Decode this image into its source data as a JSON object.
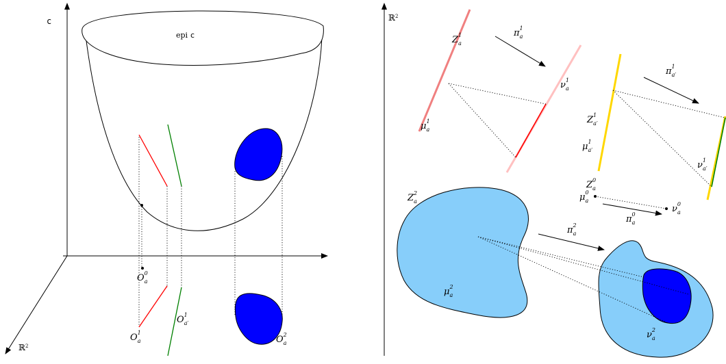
{
  "left_panel": {
    "axis_vertical_label": "c",
    "axis_r2_label": "ℝ",
    "axis_r2_exp": "2",
    "epi_prefix": "epi",
    "epi_c": "c",
    "O0": {
      "main": "O",
      "sub": "a",
      "sup": "0"
    },
    "O1": {
      "main": "O",
      "sub": "a",
      "sup": "1"
    },
    "O1p": {
      "main": "O",
      "sub": "a′",
      "sup": "1"
    },
    "O2": {
      "main": "O",
      "sub": "a",
      "sup": "2"
    }
  },
  "right_panel": {
    "axis_label": "ℝ",
    "axis_exp": "2",
    "Z1": {
      "main": "Z",
      "sub": "a",
      "sup": "1"
    },
    "pi1": {
      "main": "π",
      "sub": "a",
      "sup": "1"
    },
    "nu1": {
      "main": "ν",
      "sub": "a",
      "sup": "1"
    },
    "mu1": {
      "main": "μ",
      "sub": "a",
      "sup": "1"
    },
    "pi1p": {
      "main": "π",
      "sub": "a′",
      "sup": "1"
    },
    "Z1p": {
      "main": "Z",
      "sub": "a′",
      "sup": "1"
    },
    "mu1p": {
      "main": "μ",
      "sub": "a′",
      "sup": "1"
    },
    "nu1p": {
      "main": "ν",
      "sub": "a′",
      "sup": "1"
    },
    "Z0": {
      "main": "Z",
      "sub": "a",
      "sup": "0"
    },
    "mu0": {
      "main": "μ",
      "sub": "a",
      "sup": "0"
    },
    "nu0": {
      "main": "ν",
      "sub": "a",
      "sup": "0"
    },
    "pi0": {
      "main": "π",
      "sub": "a",
      "sup": "0"
    },
    "Z2": {
      "main": "Z",
      "sub": "a",
      "sup": "2"
    },
    "pi2": {
      "main": "π",
      "sub": "a",
      "sup": "2"
    },
    "mu2": {
      "main": "μ",
      "sub": "a",
      "sup": "2"
    },
    "nu2": {
      "main": "ν",
      "sub": "a",
      "sup": "2"
    }
  },
  "colors": {
    "red": "#ff0000",
    "pink": "#f08080",
    "light_pink": "#ffc0c0",
    "green": "#008000",
    "yellow": "#ffd700",
    "blue": "#0000ff",
    "light_blue": "#87cefa"
  }
}
